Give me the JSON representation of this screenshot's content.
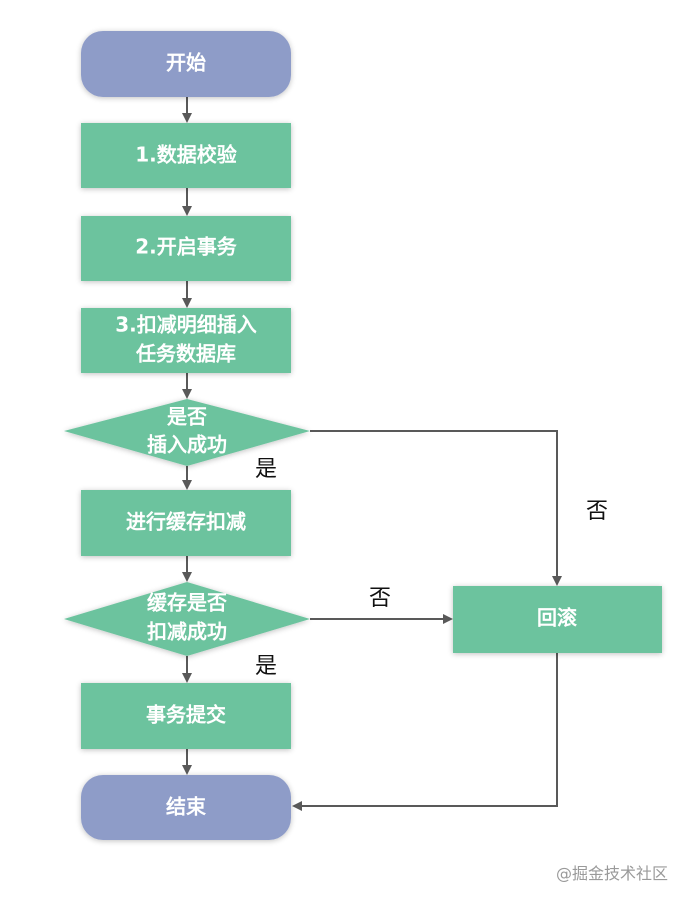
{
  "colors": {
    "terminal": "#8E9CC8",
    "process": "#6CC39E",
    "decision": "#6CC39E",
    "line": "#595959",
    "label": "#111111",
    "node_text": "#FFFFFF"
  },
  "nodes": {
    "start": "开始",
    "step1": "1.数据校验",
    "step2": "2.开启事务",
    "step3_line1": "3.扣减明细插入",
    "step3_line2": "任务数据库",
    "decision1_line1": "是否",
    "decision1_line2": "插入成功",
    "cache_deduct": "进行缓存扣减",
    "decision2_line1": "缓存是否",
    "decision2_line2": "扣减成功",
    "commit": "事务提交",
    "rollback": "回滚",
    "end": "结束"
  },
  "edge_labels": {
    "d1_yes": "是",
    "d1_no": "否",
    "d2_yes": "是",
    "d2_no": "否"
  },
  "watermark": "@掘金技术社区"
}
